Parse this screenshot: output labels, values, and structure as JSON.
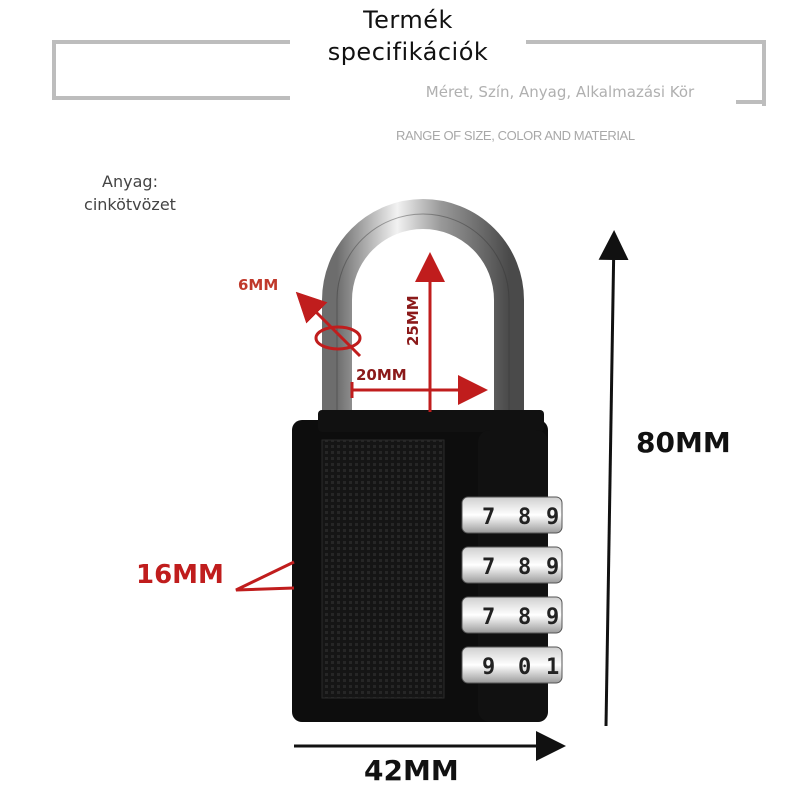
{
  "header": {
    "title": "Termék specifikációk",
    "subtitle": "Méret, Szín, Anyag, Alkalmazási Kör",
    "subtitle_en": "RANGE OF SIZE, COLOR AND MATERIAL"
  },
  "material": "Anyag: cinkötvözet",
  "dimensions": {
    "shackle_diameter": "6MM",
    "shackle_height": "25MM",
    "shackle_width": "20MM",
    "thickness": "16MM",
    "height": "80MM",
    "width": "42MM"
  },
  "dials": [
    [
      "7",
      "8",
      "9"
    ],
    [
      "7",
      "8",
      "9"
    ],
    [
      "7",
      "8",
      "9"
    ],
    [
      "9",
      "0",
      "1"
    ]
  ],
  "colors": {
    "lock_body": "#0d0d0d",
    "accent_red": "#c01d1d",
    "frame": "#bdbdbd"
  }
}
